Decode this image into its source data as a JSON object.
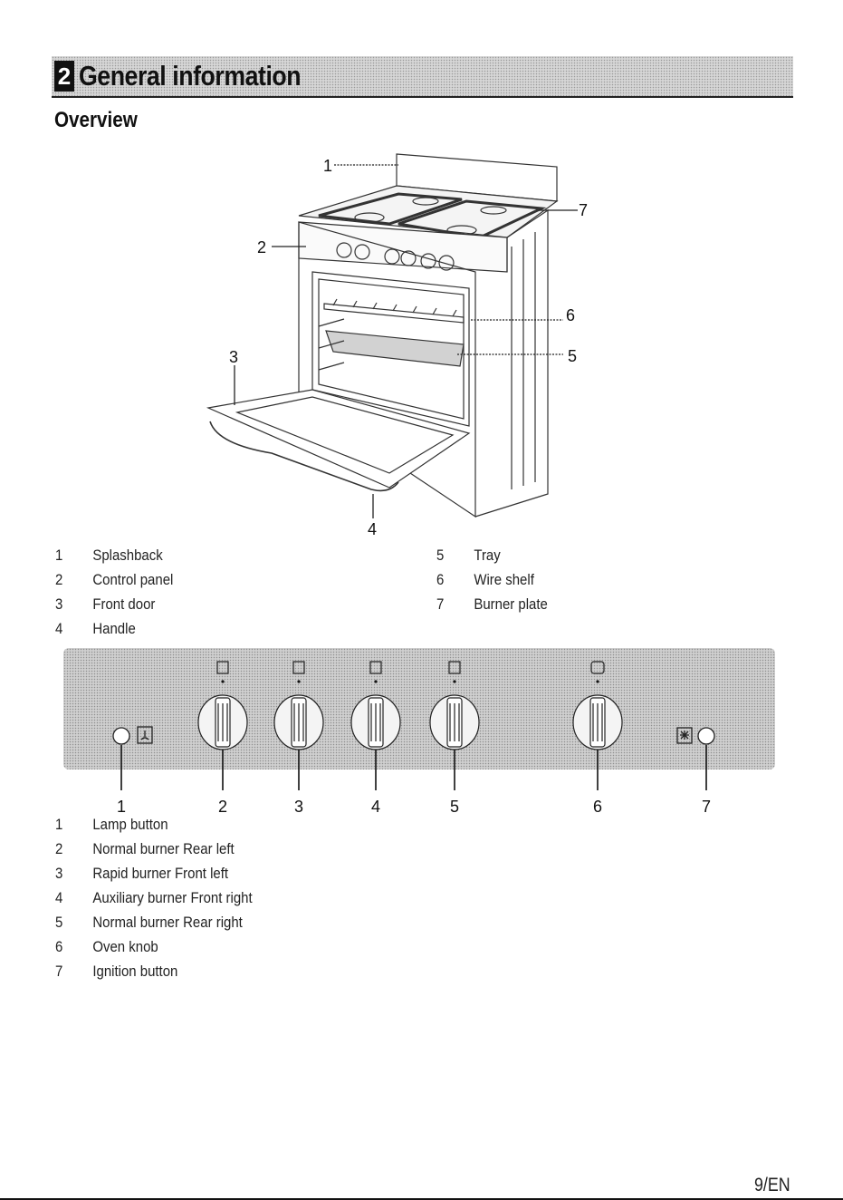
{
  "section": {
    "number": "2",
    "title": "General information"
  },
  "subtitle": "Overview",
  "overview_callouts": [
    "1",
    "2",
    "3",
    "4",
    "5",
    "6",
    "7"
  ],
  "overview_legend": [
    {
      "num": "1",
      "text": "Splashback"
    },
    {
      "num": "2",
      "text": "Control panel"
    },
    {
      "num": "3",
      "text": "Front door"
    },
    {
      "num": "4",
      "text": "Handle"
    },
    {
      "num": "5",
      "text": "Tray"
    },
    {
      "num": "6",
      "text": "Wire shelf"
    },
    {
      "num": "7",
      "text": "Burner plate"
    }
  ],
  "panel_callouts": [
    "1",
    "2",
    "3",
    "4",
    "5",
    "6",
    "7"
  ],
  "panel_legend": [
    {
      "num": "1",
      "text": "Lamp button"
    },
    {
      "num": "2",
      "text": "Normal burner Rear left"
    },
    {
      "num": "3",
      "text": "Rapid burner Front left"
    },
    {
      "num": "4",
      "text": "Auxiliary burner Front right"
    },
    {
      "num": "5",
      "text": "Normal burner Rear right"
    },
    {
      "num": "6",
      "text": "Oven knob"
    },
    {
      "num": "7",
      "text": "Ignition button"
    }
  ],
  "page_number": "9/EN"
}
